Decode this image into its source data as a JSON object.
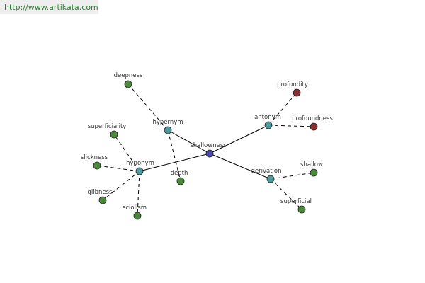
{
  "banner": {
    "url": "http://www.artikata.com"
  },
  "colors": {
    "center": "#4a4aa8",
    "relation": "#4a9aa0",
    "word": "#4a8a3c",
    "antonym_word": "#8b3030",
    "edge": "#000000"
  },
  "graph": {
    "center": {
      "id": "shallowness",
      "label": "shallowness"
    },
    "relations": [
      {
        "id": "hypernym",
        "label": "hypernym"
      },
      {
        "id": "hyponym",
        "label": "hyponym"
      },
      {
        "id": "antonym",
        "label": "antonym"
      },
      {
        "id": "derivation",
        "label": "derivation"
      }
    ],
    "words": [
      {
        "id": "deepness",
        "label": "deepness",
        "relation": "hypernym"
      },
      {
        "id": "depth",
        "label": "depth",
        "relation": "hypernym"
      },
      {
        "id": "superficiality",
        "label": "superficiality",
        "relation": "hyponym"
      },
      {
        "id": "slickness",
        "label": "slickness",
        "relation": "hyponym"
      },
      {
        "id": "glibness",
        "label": "glibness",
        "relation": "hyponym"
      },
      {
        "id": "sciolism",
        "label": "sciolism",
        "relation": "hyponym"
      },
      {
        "id": "profundity",
        "label": "profundity",
        "relation": "antonym"
      },
      {
        "id": "profoundness",
        "label": "profoundness",
        "relation": "antonym"
      },
      {
        "id": "shallow",
        "label": "shallow",
        "relation": "derivation"
      },
      {
        "id": "superficial",
        "label": "superficial",
        "relation": "derivation"
      }
    ]
  }
}
